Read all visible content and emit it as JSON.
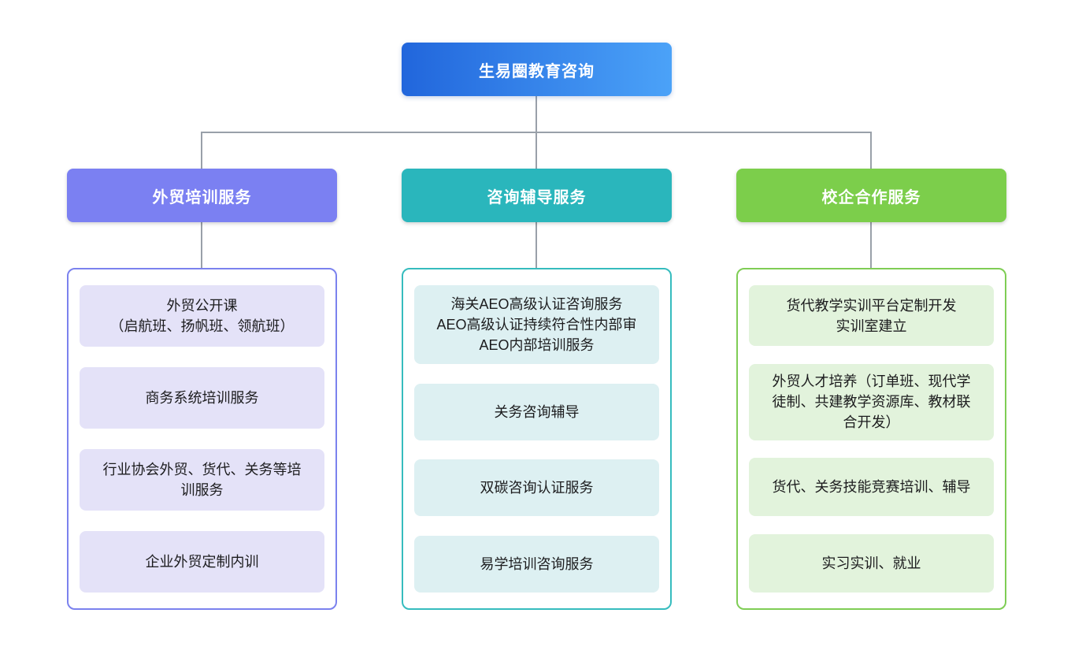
{
  "root": {
    "label": "生易圈教育咨询"
  },
  "branches": [
    {
      "label": "外贸培训服务",
      "color": "#7B80F2",
      "items": [
        "外贸公开课\n（启航班、扬帆班、领航班）",
        "商务系统培训服务",
        "行业协会外贸、货代、关务等培训服务",
        "企业外贸定制内训"
      ]
    },
    {
      "label": "咨询辅导服务",
      "color": "#2AB6BC",
      "items": [
        "海关AEO高级认证咨询服务\nAEO高级认证持续符合性内部审\nAEO内部培训服务",
        "关务咨询辅导",
        "双碳咨询认证服务",
        "易学培训咨询服务"
      ]
    },
    {
      "label": "校企合作服务",
      "color": "#7CCE4B",
      "items": [
        "货代教学实训平台定制开发\n实训室建立",
        "外贸人才培养（订单班、现代学徒制、共建教学资源库、教材联合开发）",
        "货代、关务技能竞赛培训、辅导",
        "实习实训、就业"
      ]
    }
  ],
  "colors": {
    "root_gradient_start": "#2166DC",
    "root_gradient_end": "#4BA2F8",
    "branch_purple": "#7B80F2",
    "branch_teal": "#2AB6BC",
    "branch_green": "#7CCE4B",
    "item_purple_bg": "#E4E2F8",
    "item_teal_bg": "#DDF0F2",
    "item_green_bg": "#E2F3DC",
    "panel_border_purple": "#7B82EE",
    "panel_border_teal": "#36BCBE",
    "panel_border_green": "#7FCD55",
    "connector_gray": "#99A0A9"
  }
}
